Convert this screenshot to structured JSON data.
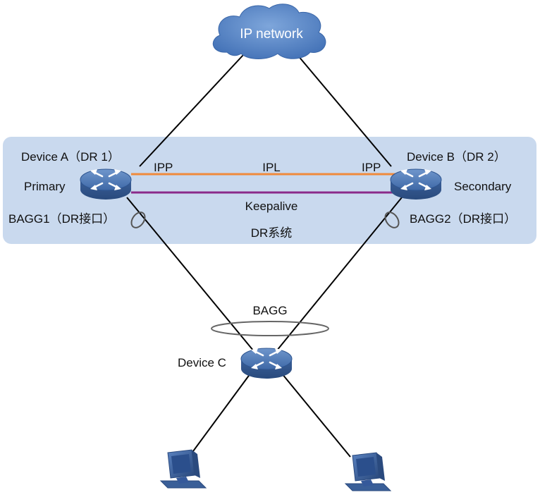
{
  "cloud": {
    "label": "IP network"
  },
  "dr_system": {
    "label": "DR系统"
  },
  "device_a": {
    "name": "Device A（DR 1）",
    "role": "Primary",
    "port": "IPP",
    "bagg": "BAGG1（DR接口）"
  },
  "device_b": {
    "name": "Device B（DR 2）",
    "role": "Secondary",
    "port": "IPP",
    "bagg": "BAGG2（DR接口）"
  },
  "device_c": {
    "name": "Device C",
    "bagg": "BAGG"
  },
  "links": {
    "ipl": "IPL",
    "keepalive": "Keepalive"
  },
  "colors": {
    "dr_zone": "#c9d9ee",
    "ipl": "#f08a3c",
    "keepalive": "#8a2a8a",
    "device": "#3d6aa8",
    "link": "#000000"
  }
}
